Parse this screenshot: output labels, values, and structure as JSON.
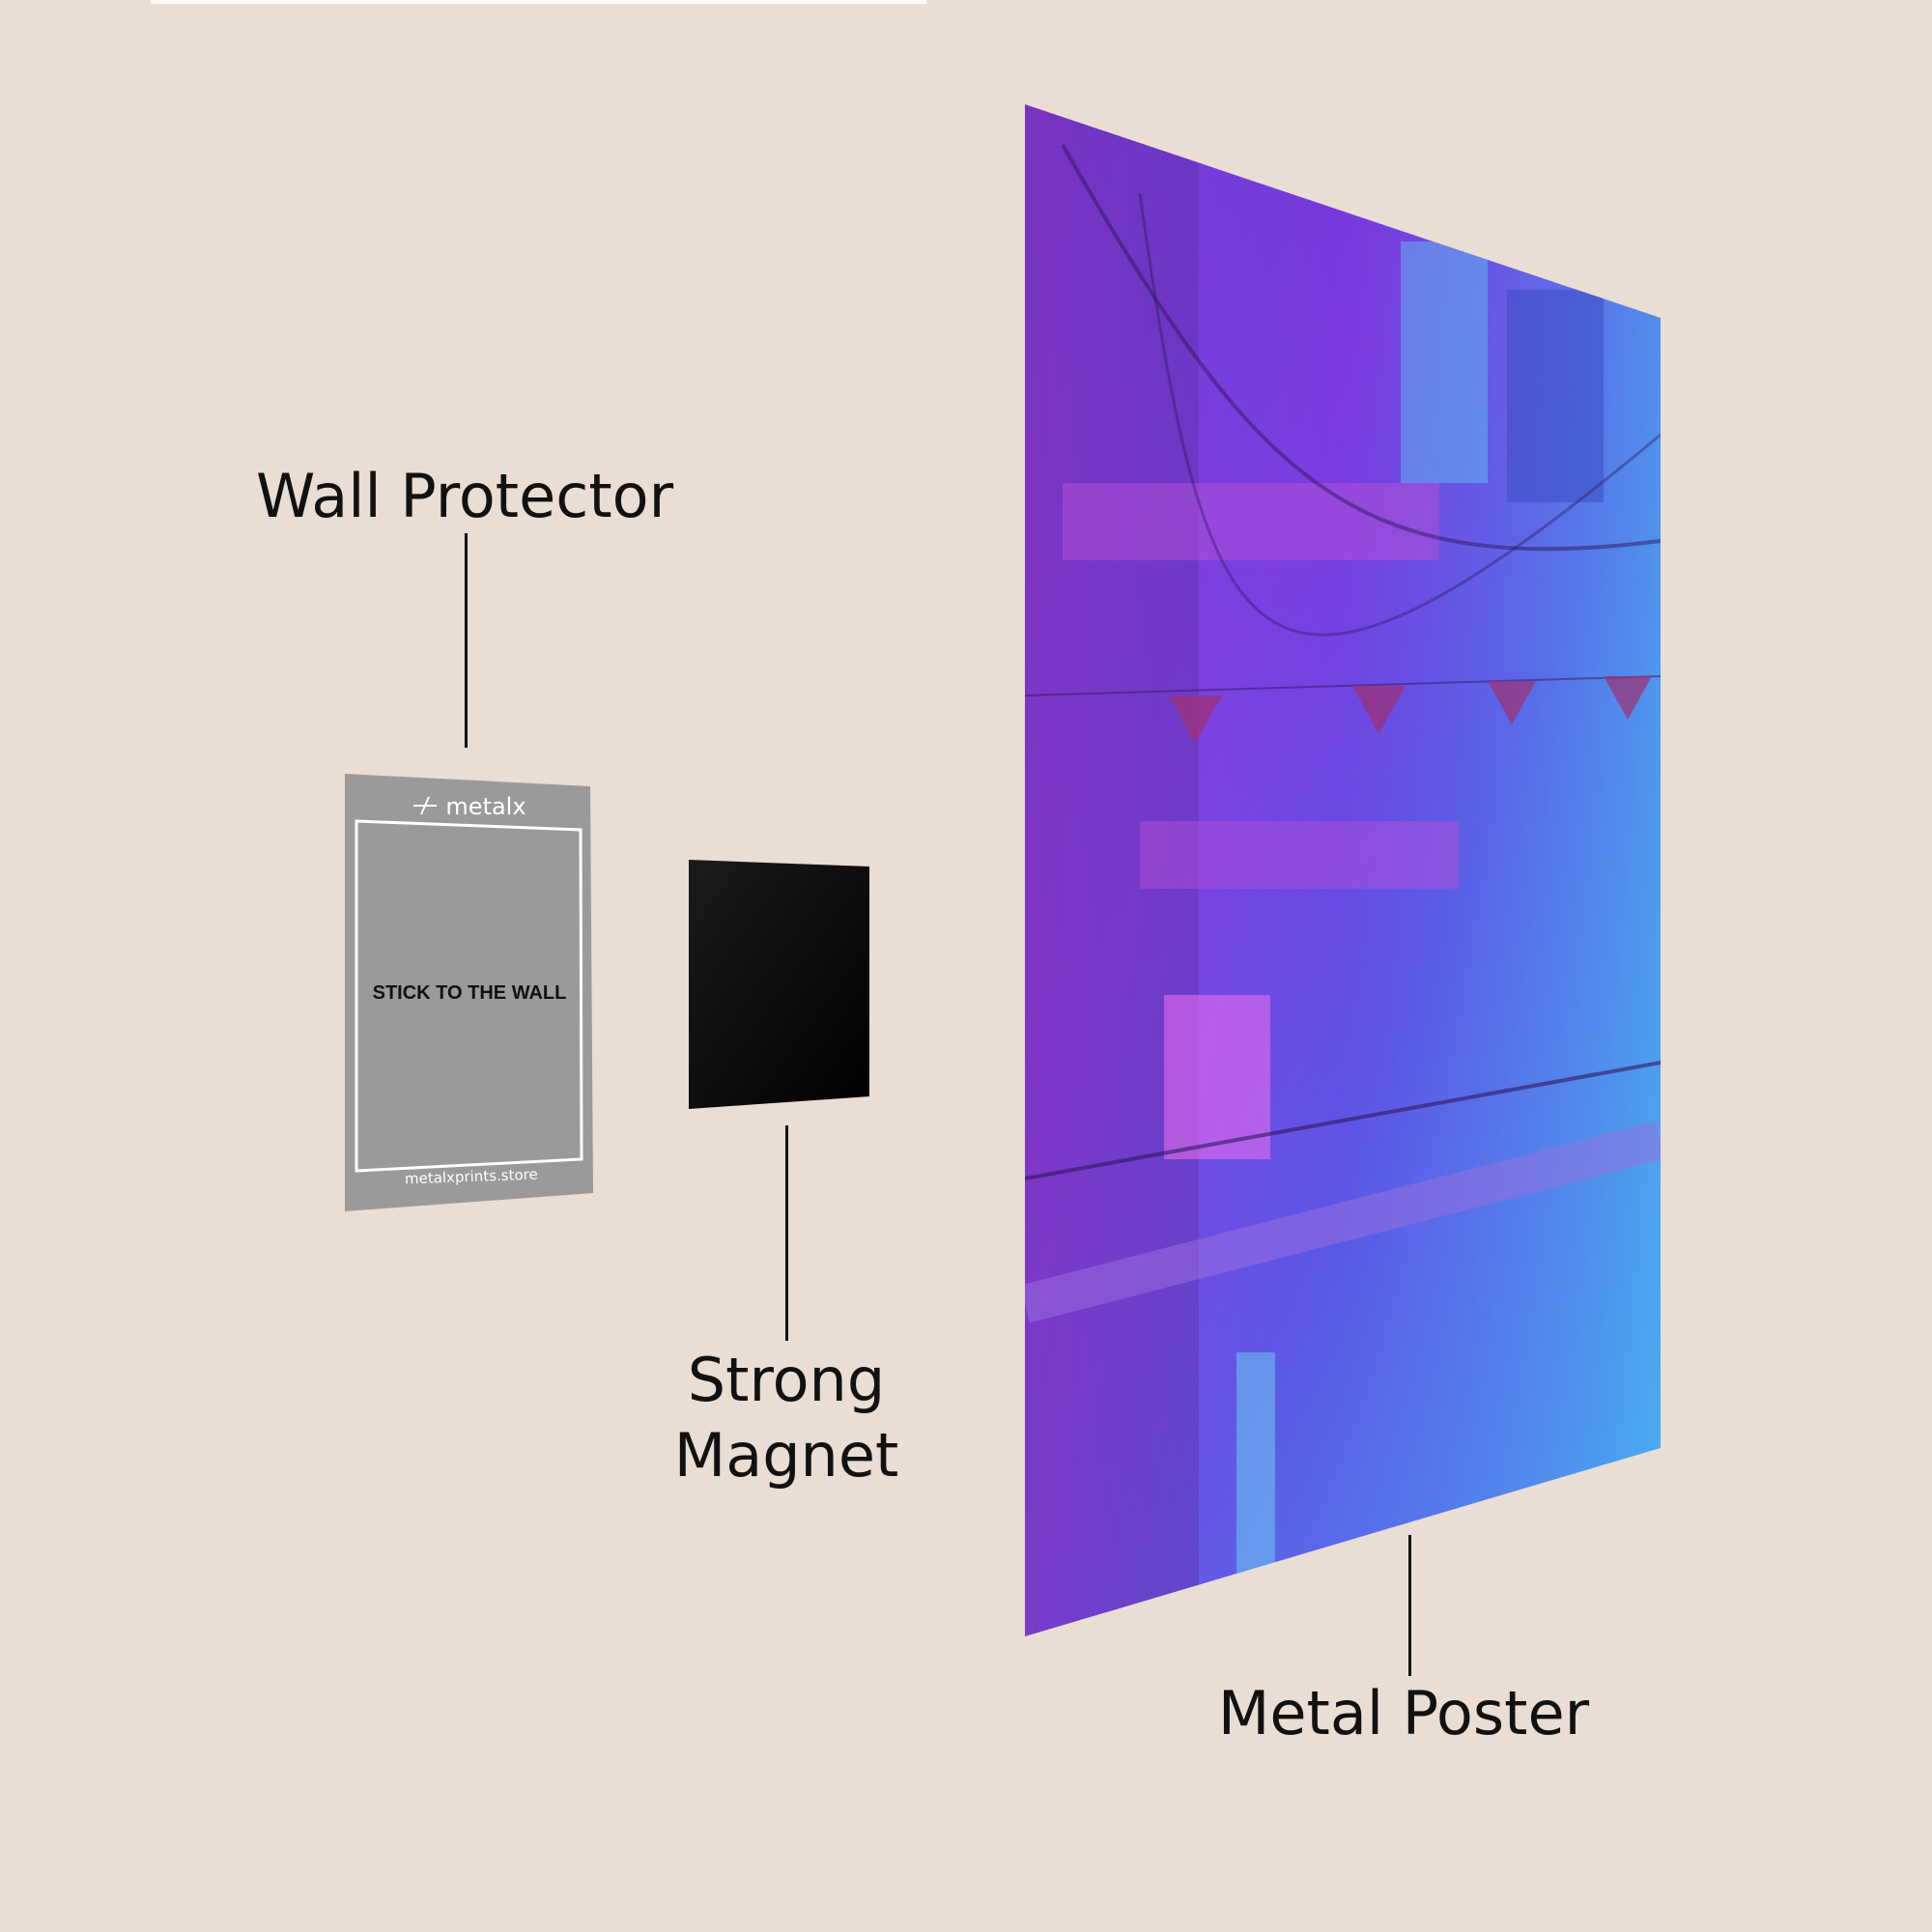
{
  "labels": {
    "wall_protector": "Wall Protector",
    "strong": "Strong",
    "magnet": "Magnet",
    "metal_poster": "Metal Poster"
  },
  "wall_protector_card": {
    "brand": "metalx",
    "instruction": "STICK TO THE WALL",
    "website": "metalxprints.store"
  },
  "colors": {
    "background": "#e9ddd4",
    "protector": "#9a9a9a",
    "magnet": "#050505",
    "poster_purple": "#8a2ee0",
    "poster_blue": "#4f7ff0"
  }
}
